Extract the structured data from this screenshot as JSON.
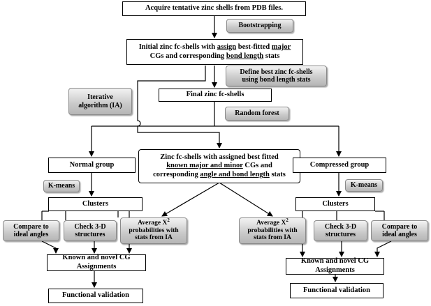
{
  "boxes": {
    "acquire": "Acquire tentative zinc shells from PDB files.",
    "initial_line1_a": "Initial zinc fc-shells with ",
    "initial_line1_assign": "assign",
    "initial_line1_b": " best-fitted ",
    "initial_line1_major": "major",
    "initial_line2_a": "CGs and corresponding ",
    "initial_line2_bond": "bond length",
    "initial_line2_b": " stats",
    "final": "Final zinc fc-shells",
    "center_line1": "Zinc fc-shells with assigned best fitted",
    "center_line2_known": "known major and minor",
    "center_line2_b": " CGs and",
    "center_line3_a": "corresponding ",
    "center_line3_angle": "angle and bond length",
    "center_line3_b": " stats",
    "normal_group": "Normal group",
    "compressed_group": "Compressed group",
    "clusters_left": "Clusters",
    "clusters_right": "Clusters",
    "assign_left_1": "Known and novel CG",
    "assign_left_2": "Assignments",
    "assign_right_1": "Known and novel CG",
    "assign_right_2": "Assignments",
    "functional_left": "Functional validation",
    "functional_right": "Functional validation"
  },
  "labels": {
    "bootstrapping": "Bootstrapping",
    "define_1": "Define best zinc fc-shells",
    "define_2": "using bond length stats",
    "iterative_1": "Iterative",
    "iterative_2": "algorithm (IA)",
    "random_forest": "Random forest",
    "kmeans_left": "K-means",
    "kmeans_right": "K-means",
    "compare_left_1": "Compare to",
    "compare_left_2": "ideal angles",
    "check_left_1": "Check 3-D",
    "check_left_2": "structures",
    "avg_left_1": "Average X",
    "avg_left_sup": "2",
    "avg_left_2": "probabilities with",
    "avg_left_3": "stats from IA",
    "avg_right_1": "Average X",
    "avg_right_sup": "2",
    "avg_right_2": "probabilities with",
    "avg_right_3": "stats from IA",
    "check_right_1": "Check 3-D",
    "check_right_2": "structures",
    "compare_right_1": "Compare to",
    "compare_right_2": "ideal angles"
  },
  "colors": {
    "line": "#000000",
    "label_fill_top": "#f2f2f2",
    "label_fill_bottom": "#b6b6b6"
  }
}
